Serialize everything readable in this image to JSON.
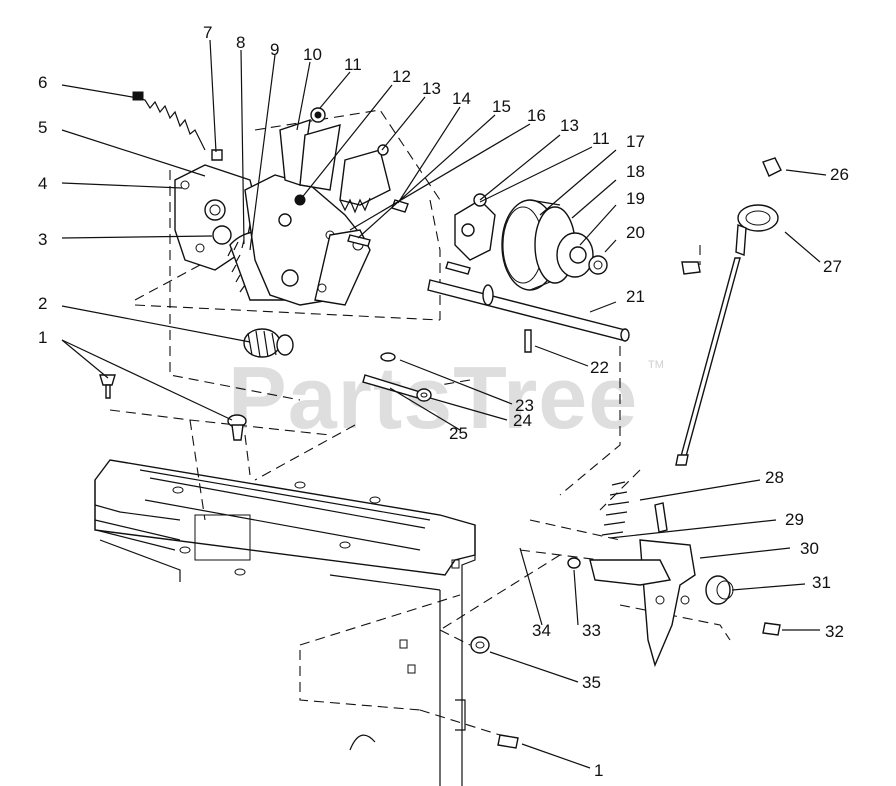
{
  "watermark": {
    "text": "PartsTree",
    "trademark": "TM"
  },
  "callouts": [
    {
      "id": "c1a",
      "label": "1"
    },
    {
      "id": "c2",
      "label": "2"
    },
    {
      "id": "c3",
      "label": "3"
    },
    {
      "id": "c4",
      "label": "4"
    },
    {
      "id": "c5",
      "label": "5"
    },
    {
      "id": "c6",
      "label": "6"
    },
    {
      "id": "c7",
      "label": "7"
    },
    {
      "id": "c8",
      "label": "8"
    },
    {
      "id": "c9",
      "label": "9"
    },
    {
      "id": "c10",
      "label": "10"
    },
    {
      "id": "c11a",
      "label": "11"
    },
    {
      "id": "c12",
      "label": "12"
    },
    {
      "id": "c13a",
      "label": "13"
    },
    {
      "id": "c14",
      "label": "14"
    },
    {
      "id": "c15",
      "label": "15"
    },
    {
      "id": "c16",
      "label": "16"
    },
    {
      "id": "c13b",
      "label": "13"
    },
    {
      "id": "c11b",
      "label": "11"
    },
    {
      "id": "c17",
      "label": "17"
    },
    {
      "id": "c18",
      "label": "18"
    },
    {
      "id": "c19",
      "label": "19"
    },
    {
      "id": "c20",
      "label": "20"
    },
    {
      "id": "c21",
      "label": "21"
    },
    {
      "id": "c22",
      "label": "22"
    },
    {
      "id": "c23",
      "label": "23"
    },
    {
      "id": "c24",
      "label": "24"
    },
    {
      "id": "c25",
      "label": "25"
    },
    {
      "id": "c26",
      "label": "26"
    },
    {
      "id": "c27",
      "label": "27"
    },
    {
      "id": "c28",
      "label": "28"
    },
    {
      "id": "c29",
      "label": "29"
    },
    {
      "id": "c30",
      "label": "30"
    },
    {
      "id": "c31",
      "label": "31"
    },
    {
      "id": "c32",
      "label": "32"
    },
    {
      "id": "c33",
      "label": "33"
    },
    {
      "id": "c34",
      "label": "34"
    },
    {
      "id": "c35",
      "label": "35"
    },
    {
      "id": "c1b",
      "label": "1"
    }
  ]
}
